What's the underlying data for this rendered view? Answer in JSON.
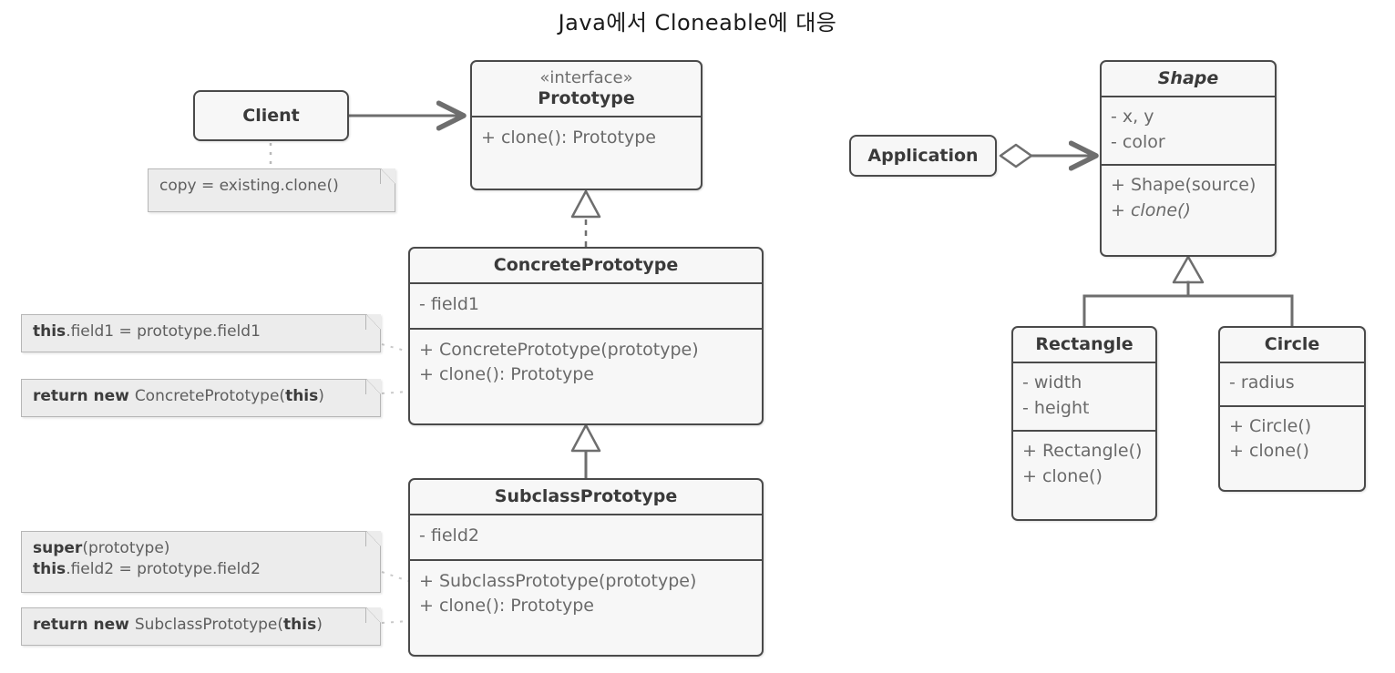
{
  "title": "Java에서 Cloneable에 대응",
  "colors": {
    "background": "#ffffff",
    "box_fill": "#f7f7f7",
    "box_border": "#4a4a4a",
    "note_fill": "#ececec",
    "note_border": "#b6b6b6",
    "text": "#3a3a3a",
    "member_text": "#6a6a6a",
    "connector": "#6e6e6e"
  },
  "left_diagram": {
    "client": {
      "name": "Client"
    },
    "client_note": {
      "text": "copy = existing.clone()"
    },
    "prototype": {
      "stereotype": "«interface»",
      "name": "Prototype",
      "methods": [
        "+ clone(): Prototype"
      ]
    },
    "concrete_prototype": {
      "name": "ConcretePrototype",
      "fields": [
        "- field1"
      ],
      "methods": [
        "+ ConcretePrototype(prototype)",
        "+ clone(): Prototype"
      ]
    },
    "subclass_prototype": {
      "name": "SubclassPrototype",
      "fields": [
        "- field2"
      ],
      "methods": [
        "+ SubclassPrototype(prototype)",
        "+ clone(): Prototype"
      ]
    },
    "notes": [
      {
        "id": "note-ctor-concrete",
        "lines": [
          [
            {
              "t": "this",
              "b": true
            },
            {
              "t": ".field1 = prototype.field1",
              "b": false
            }
          ]
        ]
      },
      {
        "id": "note-clone-concrete",
        "lines": [
          [
            {
              "t": "return new ",
              "b": true
            },
            {
              "t": "ConcretePrototype(",
              "b": false
            },
            {
              "t": "this",
              "b": true
            },
            {
              "t": ")",
              "b": false
            }
          ]
        ]
      },
      {
        "id": "note-ctor-subclass",
        "lines": [
          [
            {
              "t": "super",
              "b": true
            },
            {
              "t": "(prototype)",
              "b": false
            }
          ],
          [
            {
              "t": "this",
              "b": true
            },
            {
              "t": ".field2 = prototype.field2",
              "b": false
            }
          ]
        ]
      },
      {
        "id": "note-clone-subclass",
        "lines": [
          [
            {
              "t": "return new ",
              "b": true
            },
            {
              "t": "SubclassPrototype(",
              "b": false
            },
            {
              "t": "this",
              "b": true
            },
            {
              "t": ")",
              "b": false
            }
          ]
        ]
      }
    ]
  },
  "right_diagram": {
    "application": {
      "name": "Application"
    },
    "shape": {
      "name": "Shape",
      "abstract": true,
      "fields": [
        "- x, y",
        "- color"
      ],
      "methods": [
        "+ Shape(source)",
        "+ clone()"
      ],
      "abstract_methods": [
        "+ clone()"
      ]
    },
    "rectangle": {
      "name": "Rectangle",
      "fields": [
        "- width",
        "- height"
      ],
      "methods": [
        "+ Rectangle()",
        "+ clone()"
      ]
    },
    "circle": {
      "name": "Circle",
      "fields": [
        "- radius"
      ],
      "methods": [
        "+ Circle()",
        "+ clone()"
      ]
    }
  },
  "relations": [
    {
      "name": "client-uses-prototype",
      "kind": "association-open-arrow"
    },
    {
      "name": "concrete-realizes-prototype",
      "kind": "realization-dashed-hollow-triangle"
    },
    {
      "name": "subclass-extends-concrete",
      "kind": "generalization-solid-hollow-triangle"
    },
    {
      "name": "application-aggregates-shape",
      "kind": "aggregation-hollow-diamond"
    },
    {
      "name": "rectangle-extends-shape",
      "kind": "generalization-solid-hollow-triangle"
    },
    {
      "name": "circle-extends-shape",
      "kind": "generalization-solid-hollow-triangle"
    }
  ]
}
